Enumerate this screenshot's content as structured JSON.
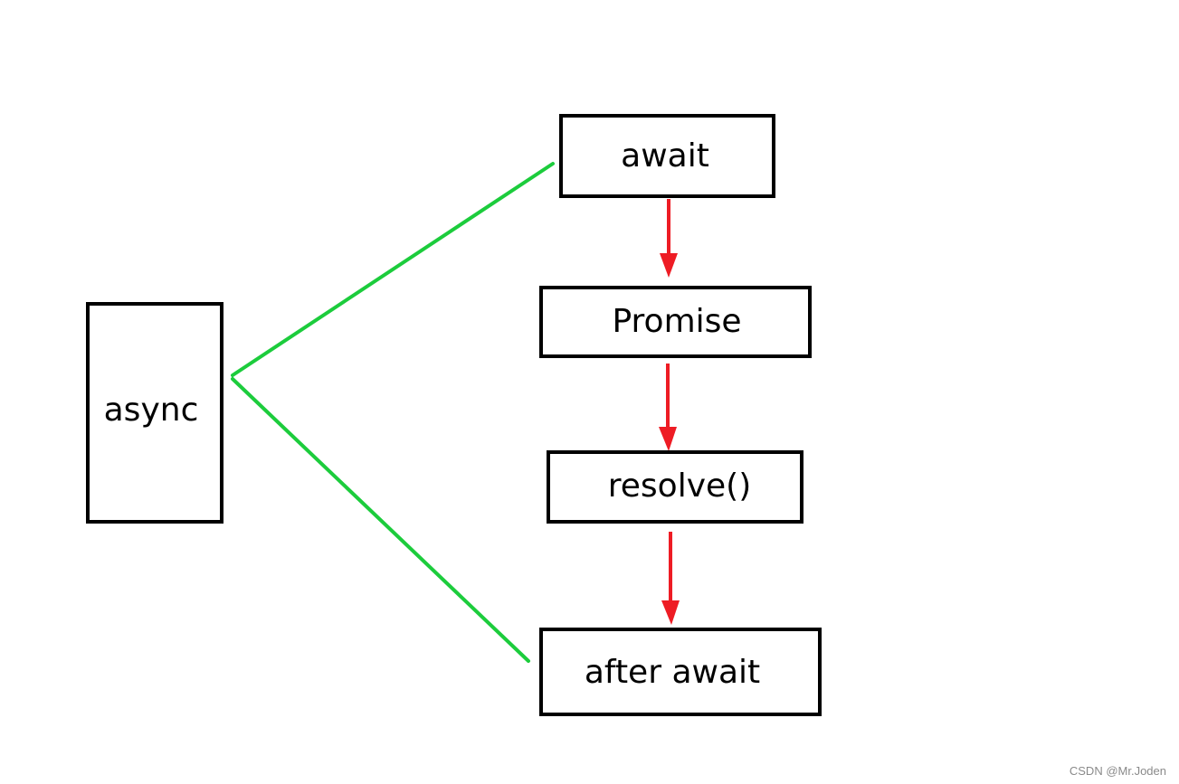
{
  "diagram": {
    "nodes": {
      "async": {
        "label": "async"
      },
      "await": {
        "label": "await"
      },
      "promise": {
        "label": "Promise"
      },
      "resolve": {
        "label": "resolve()"
      },
      "after_await": {
        "label": "after await"
      }
    },
    "colors": {
      "box_border": "#000000",
      "connector_line": "#1ccc3c",
      "flow_arrow": "#ee1c24",
      "background": "#ffffff"
    }
  },
  "watermark": "CSDN @Mr.Joden"
}
